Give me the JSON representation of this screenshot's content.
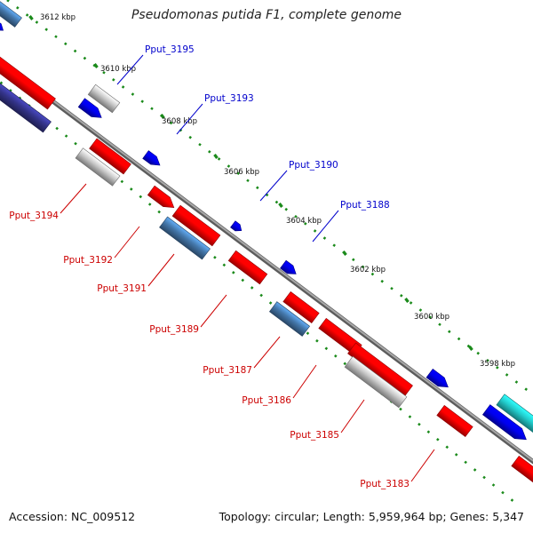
{
  "title": "Pseudomonas putida F1, complete genome",
  "footer": {
    "accession": "Accession: NC_009512",
    "topology": "Topology: circular; Length: 5,959,964 bp; Genes: 5,347"
  },
  "colors": {
    "backbone": "#8a8a8a",
    "tick_dots": "#1a8a1a",
    "red_gene": "#ff0000",
    "blue_gene": "#0000ee",
    "steel_gene": "#4477aa",
    "grey_gene": "#c8c8c8",
    "navy_gene": "#333388",
    "cyan_gene": "#22cccc",
    "top_label": "#0000cc",
    "bottom_label": "#cc0000"
  },
  "scale_ticks": [
    {
      "label": "3612 kbp",
      "pos": 3612
    },
    {
      "label": "3610 kbp",
      "pos": 3610
    },
    {
      "label": "3608 kbp",
      "pos": 3608
    },
    {
      "label": "3606 kbp",
      "pos": 3606
    },
    {
      "label": "3604 kbp",
      "pos": 3604
    },
    {
      "label": "3602 kbp",
      "pos": 3602
    },
    {
      "label": "3600 kbp",
      "pos": 3600
    },
    {
      "label": "3598 kbp",
      "pos": 3598
    }
  ],
  "gene_labels": [
    {
      "label": "Pput_3195",
      "side": "top"
    },
    {
      "label": "Pput_3193",
      "side": "top"
    },
    {
      "label": "Pput_3190",
      "side": "top"
    },
    {
      "label": "Pput_3188",
      "side": "top"
    },
    {
      "label": "Pput_3194",
      "side": "bottom"
    },
    {
      "label": "Pput_3192",
      "side": "bottom"
    },
    {
      "label": "Pput_3191",
      "side": "bottom"
    },
    {
      "label": "Pput_3189",
      "side": "bottom"
    },
    {
      "label": "Pput_3187",
      "side": "bottom"
    },
    {
      "label": "Pput_3186",
      "side": "bottom"
    },
    {
      "label": "Pput_3185",
      "side": "bottom"
    },
    {
      "label": "Pput_3183",
      "side": "bottom"
    }
  ]
}
